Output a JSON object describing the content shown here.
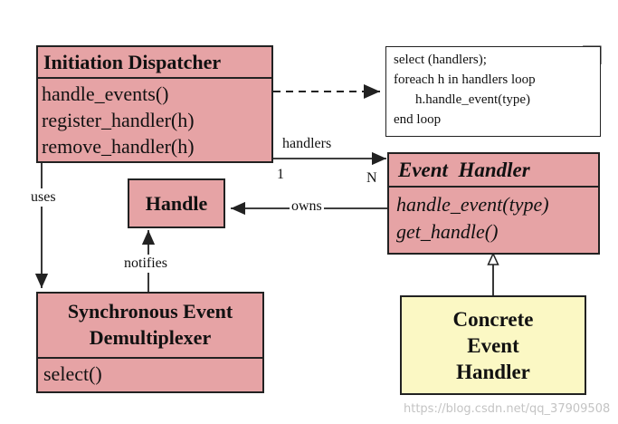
{
  "dispatcher": {
    "title": "Initiation Dispatcher",
    "methods": [
      "handle_events()",
      "register_handler(h)",
      "remove_handler(h)"
    ]
  },
  "note": {
    "lines": [
      "select (handlers);",
      "foreach h in handlers loop",
      "h.handle_event(type)",
      "end loop"
    ]
  },
  "event_handler": {
    "title": "Event  Handler",
    "methods": [
      "handle_event(type)",
      "get_handle()"
    ]
  },
  "handle": {
    "title": "Handle"
  },
  "demux": {
    "title_line1": "Synchronous Event",
    "title_line2": "Demultiplexer",
    "methods": [
      "select()"
    ]
  },
  "concrete": {
    "line1": "Concrete",
    "line2": "Event",
    "line3": "Handler"
  },
  "labels": {
    "handlers": "handlers",
    "mult_one": "1",
    "mult_many": "N",
    "uses": "uses",
    "owns": "owns",
    "notifies": "notifies"
  },
  "watermark": "https://blog.csdn.net/qq_37909508",
  "colors": {
    "class_fill": "#e6a3a5",
    "concrete_fill": "#fbf8c4",
    "line": "#222222"
  }
}
